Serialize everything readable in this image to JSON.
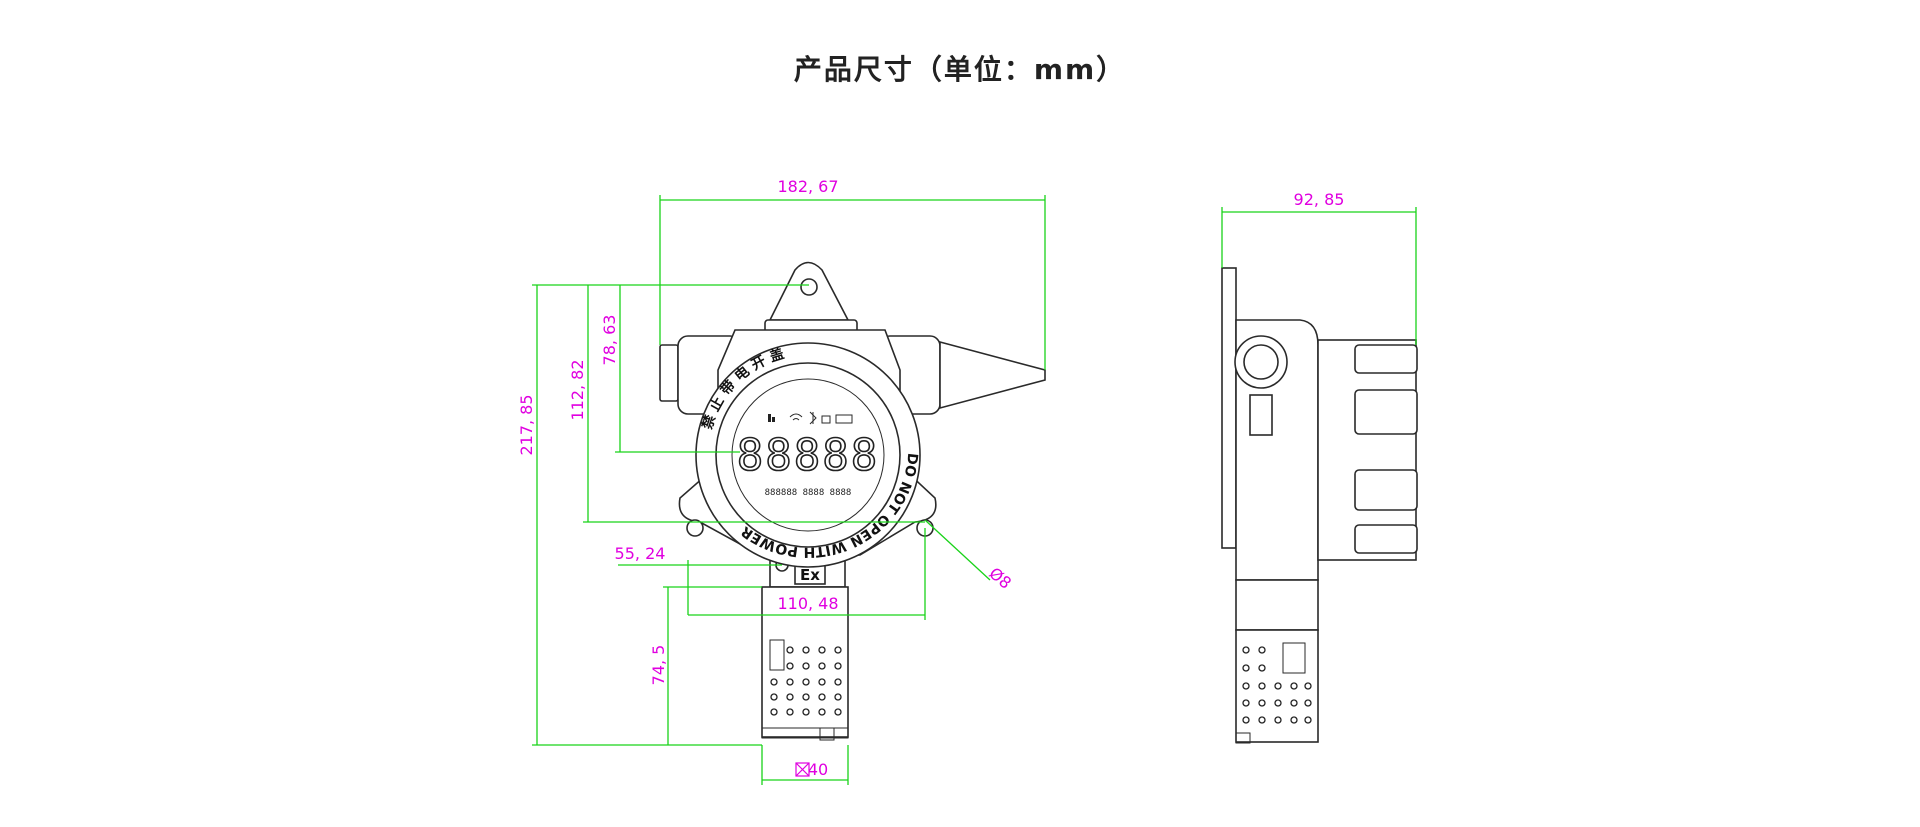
{
  "title": "产品尺寸（单位：mm）",
  "front_view": {
    "dims": {
      "width_total": "182, 67",
      "height_total": "217, 85",
      "to_center": "112, 82",
      "to_display": "78, 63",
      "bracket_offset": "55, 24",
      "bracket_width": "110, 48",
      "sensor_height": "74, 5",
      "sensor_dia": "40",
      "hole_dia": "Ø8"
    },
    "ring_text_top": "禁 止 带 电 开 盖",
    "ring_text_bottom": "DO NOT OPEN WITH POWER",
    "ex_mark": "Ex",
    "lcd_digits": "88888",
    "lcd_sub": "888888 8888 8888"
  },
  "side_view": {
    "dims": {
      "depth": "92, 85"
    }
  },
  "colors": {
    "dimension_line": "#19d319",
    "dimension_text": "#e000e0",
    "outline": "#2a2a2a"
  }
}
